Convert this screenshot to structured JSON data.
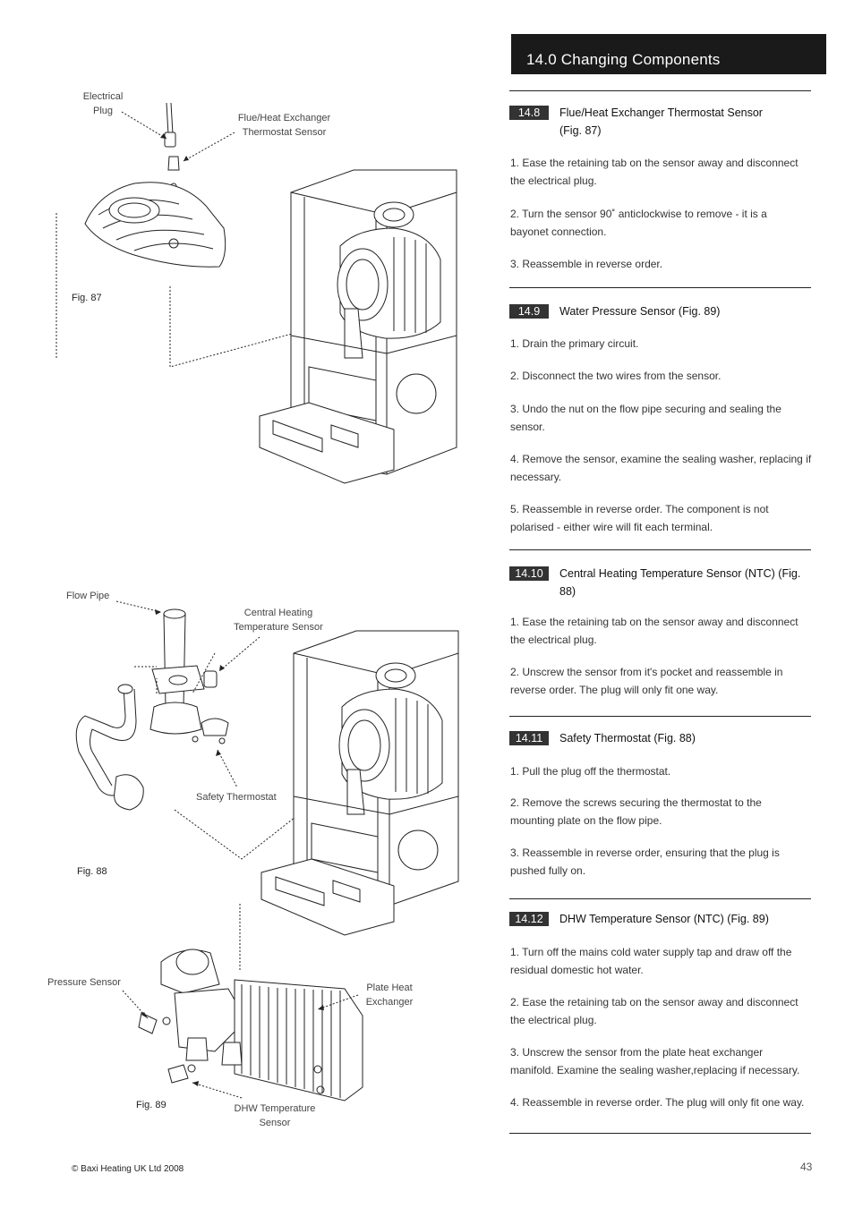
{
  "header": {
    "title": "14.0 Changing Components"
  },
  "sections": [
    {
      "num": "14.8",
      "title": "Flue/Heat Exchanger Thermostat Sensor (Fig. 87)",
      "paragraphs": [
        "1. Ease the retaining tab on the sensor away and disconnect the electrical plug.",
        "2. Turn the sensor 90˚ anticlockwise to remove - it is a bayonet connection.",
        "3. Reassemble in reverse order."
      ]
    },
    {
      "num": "14.9",
      "title": "Water Pressure Sensor (Fig. 89)",
      "paragraphs": [
        "1. Drain the primary circuit.",
        "2. Disconnect the two wires from the sensor.",
        "3. Undo the nut on the flow pipe securing and sealing the sensor.",
        "4. Remove the sensor, examine the sealing washer, replacing if necessary.",
        "5. Reassemble in reverse order. The component is not polarised - either wire will fit each terminal."
      ]
    },
    {
      "num": "14.10",
      "title": "Central Heating Temperature Sensor (NTC) (Fig. 88)",
      "paragraphs": [
        "1. Ease the retaining tab on the sensor away and disconnect the electrical plug.",
        "2. Unscrew the sensor from it's pocket and reassemble in reverse order. The plug will only fit one way."
      ]
    },
    {
      "num": "14.11",
      "title": "Safety Thermostat (Fig. 88)",
      "paragraphs": [
        "1. Pull the plug off the thermostat.",
        "2. Remove the screws securing the thermostat to the mounting plate on the flow pipe.",
        "3. Reassemble in reverse order, ensuring that the plug is pushed fully on."
      ]
    },
    {
      "num": "14.12",
      "title": "DHW Temperature Sensor (NTC) (Fig. 89)",
      "paragraphs": [
        "1. Turn off the mains cold water supply tap and draw off the residual domestic hot water.",
        "2. Ease the retaining tab on the sensor away and disconnect the electrical plug.",
        "3. Unscrew the sensor from the plate heat exchanger manifold. Examine the sealing washer,replacing if necessary.",
        "4. Reassemble in reverse order. The plug will only fit one way."
      ]
    }
  ],
  "figures": {
    "fig87": {
      "caption": "Fig. 87",
      "labels": {
        "plug": "Electrical Plug",
        "sensor": "Flue/Heat Exchanger Thermostat Sensor"
      }
    },
    "fig88": {
      "caption": "Fig. 88",
      "labels": {
        "flow": "Flow Pipe",
        "ch": "Central Heating Temperature  Sensor",
        "safety": "Safety Thermostat"
      }
    },
    "fig89": {
      "caption": "Fig. 89",
      "labels": {
        "pressure": "Pressure Sensor",
        "plate": "Plate Heat Exchanger",
        "dhw": "DHW Temperature Sensor"
      }
    }
  },
  "footer": {
    "copyright": "© Baxi Heating UK Ltd 2008",
    "page": "43"
  }
}
